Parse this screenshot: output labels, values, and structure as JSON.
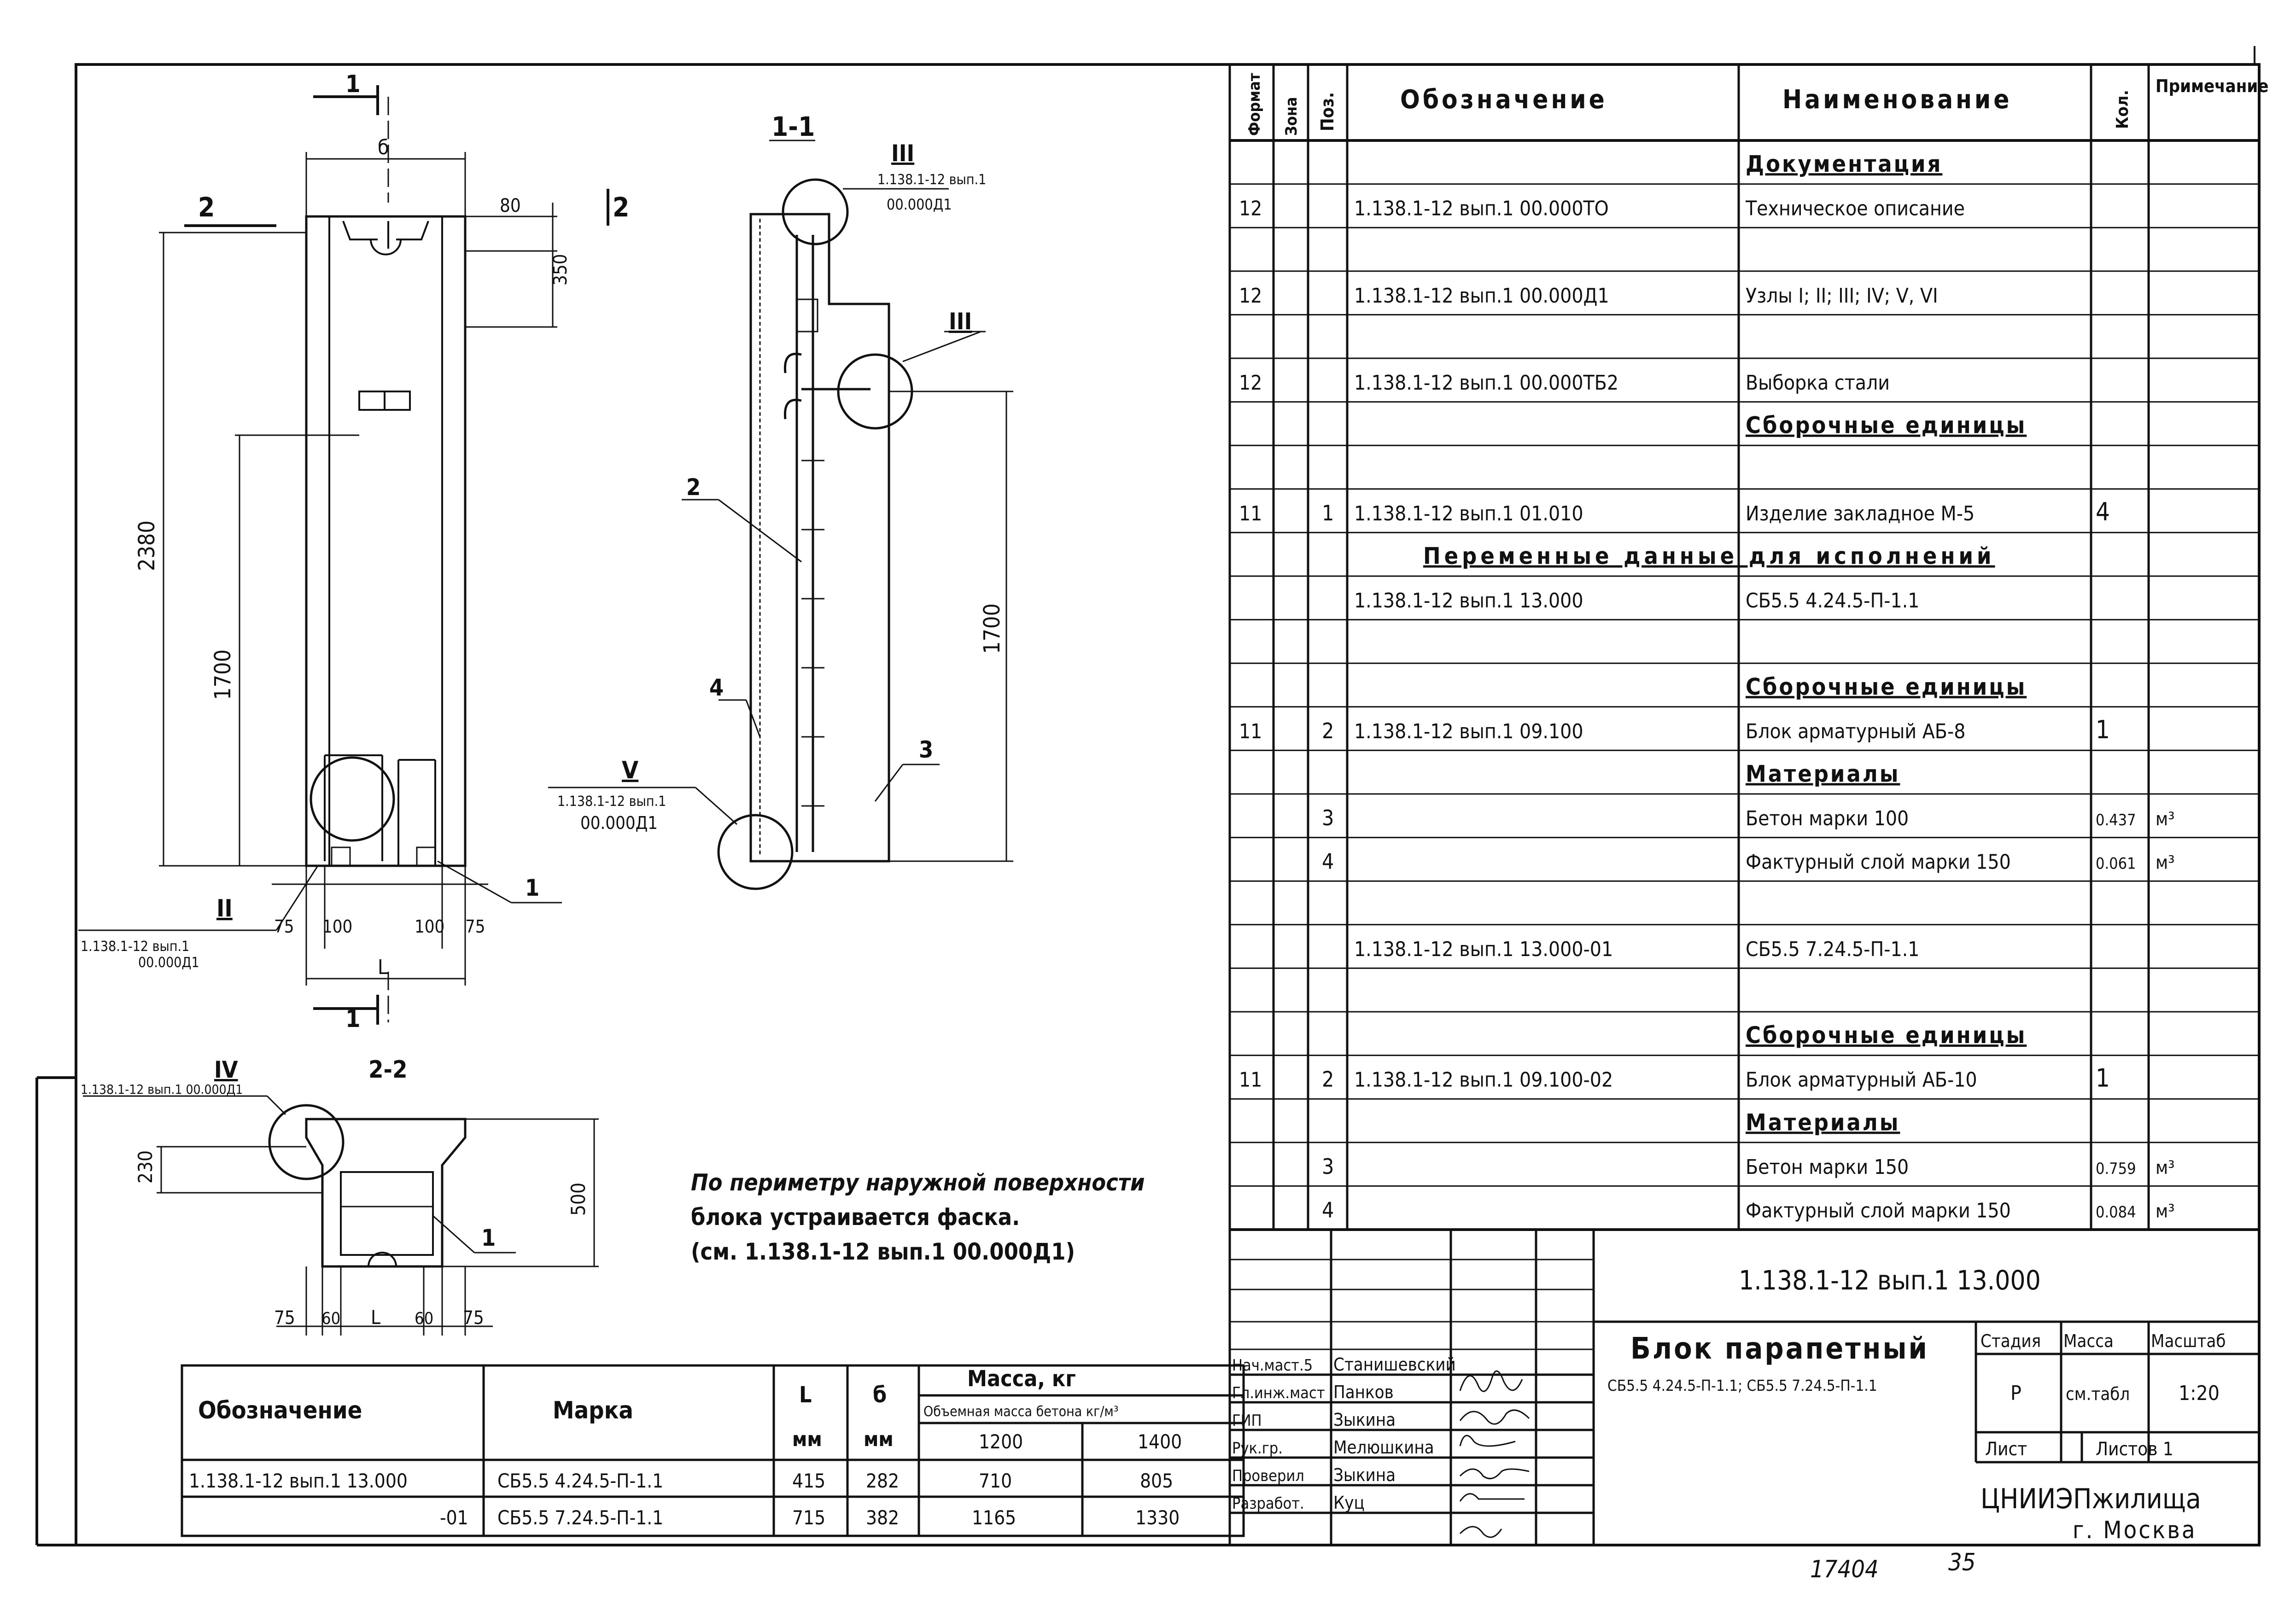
{
  "drawing": {
    "section_main_mark": "1",
    "section_11_title": "1-1",
    "section_22_title": "2-2",
    "view_marks": {
      "top_left": "1",
      "bottom_left": "1",
      "side_left_top": "2",
      "side_right_top": "2"
    },
    "dims_front": {
      "b": "б",
      "d80": "80",
      "d350": "350",
      "d2380": "2380",
      "d1700": "1700",
      "d75a": "75",
      "d100a": "100",
      "d100b": "100",
      "d75b": "75",
      "L": "L"
    },
    "dims_section11": {
      "d1700": "1700"
    },
    "dims_section22": {
      "d230": "230",
      "d500": "500",
      "d75a": "75",
      "d60a": "60",
      "L": "L",
      "d60b": "60",
      "d75b": "75"
    },
    "positions": {
      "p1a": "1",
      "p1b": "1",
      "p2": "2",
      "p3": "3",
      "p4": "4"
    },
    "node_refs": {
      "II_label": "II",
      "II_ref": "1.138.1-12 вып.1",
      "II_ref2": "00.000Д1",
      "III_top_label": "III",
      "III_top_ref": "1.138.1-12 вып.1",
      "III_top_ref2": "00.000Д1",
      "III_side_label": "III",
      "V_label": "V",
      "V_ref": "1.138.1-12 вып.1",
      "V_ref2": "00.000Д1",
      "IV_label": "IV",
      "IV_ref": "1.138.1-12 вып.1 00.000Д1"
    },
    "note_lines": [
      "По периметру наружной поверхности",
      "блока устраивается фаска.",
      "(см. 1.138.1-12 вып.1 00.000Д1)"
    ]
  },
  "mass_table": {
    "headers": {
      "designation": "Обозначение",
      "mark": "Марка",
      "L": "L",
      "L_unit": "мм",
      "b": "б",
      "b_unit": "мм",
      "mass": "Масса, кг",
      "density": "Объемная масса бетона кг/м³",
      "d1": "1200",
      "d2": "1400"
    },
    "rows": [
      {
        "designation": "1.138.1-12 вып.1 13.000",
        "mark": "СБ5.5 4.24.5-П-1.1",
        "L": "415",
        "b": "282",
        "m1": "710",
        "m2": "805"
      },
      {
        "designation": "-01",
        "mark": "СБ5.5 7.24.5-П-1.1",
        "L": "715",
        "b": "382",
        "m1": "1165",
        "m2": "1330"
      }
    ]
  },
  "spec": {
    "headers": {
      "format": "Формат",
      "zone": "Зона",
      "pos": "Поз.",
      "designation": "Обозначение",
      "name": "Наименование",
      "qty": "Кол.",
      "note": "Примечание"
    },
    "rows": [
      {
        "format": "",
        "pos": "",
        "des": "",
        "name": "Документация",
        "qty": "",
        "note": "",
        "section": true
      },
      {
        "format": "12",
        "pos": "",
        "des": "1.138.1-12 вып.1 00.000ТО",
        "name": "Техническое описание",
        "qty": "",
        "note": ""
      },
      {
        "format": "",
        "pos": "",
        "des": "",
        "name": "",
        "qty": "",
        "note": ""
      },
      {
        "format": "12",
        "pos": "",
        "des": "1.138.1-12 вып.1 00.000Д1",
        "name": "Узлы I; II; III; IV; V, VI",
        "qty": "",
        "note": ""
      },
      {
        "format": "",
        "pos": "",
        "des": "",
        "name": "",
        "qty": "",
        "note": ""
      },
      {
        "format": "12",
        "pos": "",
        "des": "1.138.1-12 вып.1 00.000ТБ2",
        "name": "Выборка стали",
        "qty": "",
        "note": ""
      },
      {
        "format": "",
        "pos": "",
        "des": "",
        "name": "Сборочные единицы",
        "qty": "",
        "note": "",
        "section": true
      },
      {
        "format": "",
        "pos": "",
        "des": "",
        "name": "",
        "qty": "",
        "note": ""
      },
      {
        "format": "11",
        "pos": "1",
        "des": "1.138.1-12 вып.1 01.010",
        "name": "Изделие закладное М-5",
        "qty": "4",
        "note": ""
      },
      {
        "format": "",
        "pos": "",
        "des": "",
        "name": "Переменные данные для исполнений",
        "qty": "",
        "note": "",
        "wide": true
      },
      {
        "format": "",
        "pos": "",
        "des": "1.138.1-12 вып.1 13.000",
        "name": "СБ5.5 4.24.5-П-1.1",
        "qty": "",
        "note": ""
      },
      {
        "format": "",
        "pos": "",
        "des": "",
        "name": "",
        "qty": "",
        "note": ""
      },
      {
        "format": "",
        "pos": "",
        "des": "",
        "name": "Сборочные единицы",
        "qty": "",
        "note": "",
        "section": true
      },
      {
        "format": "11",
        "pos": "2",
        "des": "1.138.1-12 вып.1 09.100",
        "name": "Блок арматурный АБ-8",
        "qty": "1",
        "note": ""
      },
      {
        "format": "",
        "pos": "",
        "des": "",
        "name": "Материалы",
        "qty": "",
        "note": "",
        "section": true
      },
      {
        "format": "",
        "pos": "3",
        "des": "",
        "name": "Бетон марки 100",
        "qty": "0.437",
        "note": "м³"
      },
      {
        "format": "",
        "pos": "4",
        "des": "",
        "name": "Фактурный слой марки 150",
        "qty": "0.061",
        "note": "м³"
      },
      {
        "format": "",
        "pos": "",
        "des": "",
        "name": "",
        "qty": "",
        "note": ""
      },
      {
        "format": "",
        "pos": "",
        "des": "1.138.1-12 вып.1 13.000-01",
        "name": "СБ5.5 7.24.5-П-1.1",
        "qty": "",
        "note": ""
      },
      {
        "format": "",
        "pos": "",
        "des": "",
        "name": "",
        "qty": "",
        "note": ""
      },
      {
        "format": "",
        "pos": "",
        "des": "",
        "name": "Сборочные единицы",
        "qty": "",
        "note": "",
        "section": true
      },
      {
        "format": "11",
        "pos": "2",
        "des": "1.138.1-12 вып.1 09.100-02",
        "name": "Блок арматурный АБ-10",
        "qty": "1",
        "note": ""
      },
      {
        "format": "",
        "pos": "",
        "des": "",
        "name": "Материалы",
        "qty": "",
        "note": "",
        "section": true
      },
      {
        "format": "",
        "pos": "3",
        "des": "",
        "name": "Бетон марки 150",
        "qty": "0.759",
        "note": "м³"
      },
      {
        "format": "",
        "pos": "4",
        "des": "",
        "name": "Фактурный слой марки 150",
        "qty": "0.084",
        "note": "м³"
      }
    ]
  },
  "title_block": {
    "code": "1.138.1-12 вып.1 13.000",
    "title": "Блок парапетный",
    "subtitle": "СБ5.5 4.24.5-П-1.1; СБ5.5 7.24.5-П-1.1",
    "stage_label": "Стадия",
    "stage": "Р",
    "mass_label": "Масса",
    "mass": "см.табл",
    "scale_label": "Масштаб",
    "scale": "1:20",
    "sheet_label": "Лист",
    "sheets_label": "Листов 1",
    "org": "ЦНИИЭПжилища",
    "city": "г. Москва",
    "roles": [
      {
        "role": "Нач.маст.5",
        "name": "Станишевский"
      },
      {
        "role": "Гл.инж.маст",
        "name": "Панков"
      },
      {
        "role": "ГИП",
        "name": "Зыкина"
      },
      {
        "role": "Рук.гр.",
        "name": "Мелюшкина"
      },
      {
        "role": "Проверил",
        "name": "Зыкина"
      },
      {
        "role": "Разработ.",
        "name": "Куц"
      }
    ]
  },
  "footer": {
    "inv": "17404",
    "page": "35"
  }
}
